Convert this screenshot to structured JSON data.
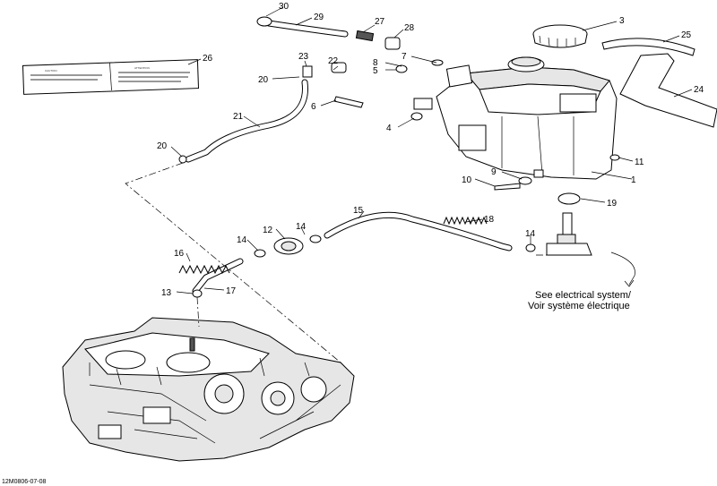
{
  "callouts": {
    "c1": "1",
    "c3": "3",
    "c4": "4",
    "c5": "5",
    "c6": "6",
    "c7": "7",
    "c8": "8",
    "c9": "9",
    "c10": "10",
    "c11": "11",
    "c12": "12",
    "c13": "13",
    "c14a": "14",
    "c14b": "14",
    "c14c": "14",
    "c15": "15",
    "c16": "16",
    "c17": "17",
    "c18": "18",
    "c19": "19",
    "c20a": "20",
    "c20b": "20",
    "c21": "21",
    "c22": "22",
    "c23": "23",
    "c24": "24",
    "c25": "25",
    "c26": "26",
    "c27": "27",
    "c28": "28",
    "c29": "29",
    "c30": "30"
  },
  "note": {
    "line1": "See electrical system/",
    "line2": "Voir système électrique"
  },
  "figure_id": "12M0806-07-08",
  "label": {
    "left_title": "CAUTION",
    "right_title": "ATTENTION"
  }
}
